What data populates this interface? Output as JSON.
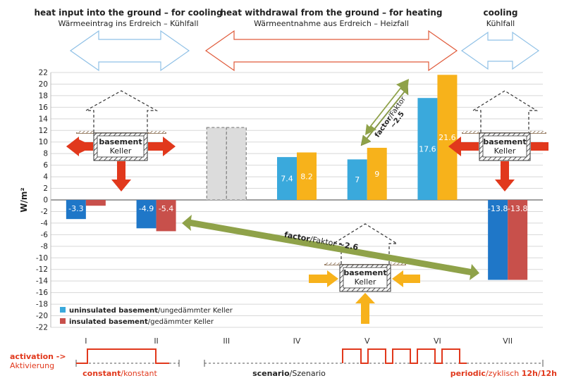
{
  "header": {
    "left_title": "heat input into the ground – for cooling",
    "left_subtitle": "Wärmeeintrag ins Erdreich – Kühlfall",
    "center_title": "heat withdrawal from the ground – for heating",
    "center_subtitle": "Wärmeentnahme aus Erdreich – Heizfall",
    "right_title": "cooling",
    "right_subtitle": "Kühlfall"
  },
  "colors": {
    "uninsulated_a": "#1f77c8",
    "uninsulated_b": "#3aa9dc",
    "insulated_a": "#c8504b",
    "insulated_b": "#f7b21b",
    "arrow_red": "#e1381c",
    "arrow_orange": "#f7b21b",
    "arrow_green": "#8fa249",
    "outline_blue": "#8fc0e6",
    "outline_red": "#e05a3a"
  },
  "chart_data": {
    "type": "bar",
    "ylabel": "W/m²",
    "ylim": [
      -22,
      22
    ],
    "yticks": [
      22,
      20,
      18,
      16,
      14,
      12,
      10,
      8,
      6,
      4,
      2,
      0,
      -2,
      -4,
      -6,
      -8,
      -10,
      -12,
      -14,
      -16,
      -18,
      -20,
      -22
    ],
    "grid": true,
    "categories": [
      "I",
      "II",
      "III",
      "IV",
      "V",
      "VI",
      "VII"
    ],
    "series": [
      {
        "name": "uninsulated basement",
        "values": [
          -3.3,
          -4.9,
          12.5,
          7.4,
          7,
          17.6,
          -13.8
        ],
        "labels": [
          "-3.3",
          "-4.9",
          "",
          "7.4",
          "7",
          "17.6",
          "-13.8"
        ]
      },
      {
        "name": "insulated basement",
        "values": [
          -1,
          -5.4,
          12.5,
          8.2,
          9,
          21.6,
          -13.8
        ],
        "labels": [
          "",
          "-5.4",
          "",
          "8.2",
          "9",
          "21.6",
          "-13.8"
        ]
      }
    ],
    "legend": {
      "position": "bottom-left",
      "entries": [
        {
          "bold": "uninsulated basement",
          "normal": "/ungedämmter Keller"
        },
        {
          "bold": "insulated basement",
          "normal": "/gedämmter Keller"
        }
      ]
    },
    "annotations": {
      "factor1_bold": "factor",
      "factor1_normal": "/Faktor",
      "factor1_value": "~2.5",
      "factor2_bold": "factor",
      "factor2_normal": "/Faktor",
      "factor2_value": "~2.6",
      "basement_en": "basement",
      "basement_de": "Keller"
    }
  },
  "footer": {
    "activation_en": "activation  ->",
    "activation_de": "Aktivierung",
    "constant_bold": "constant",
    "constant_normal": "/konstant",
    "scenario_bold": "scenario",
    "scenario_normal": "/Szenario",
    "periodic_bold": "periodic",
    "periodic_normal": "/zyklisch ",
    "periodic_value": "12h/12h"
  }
}
